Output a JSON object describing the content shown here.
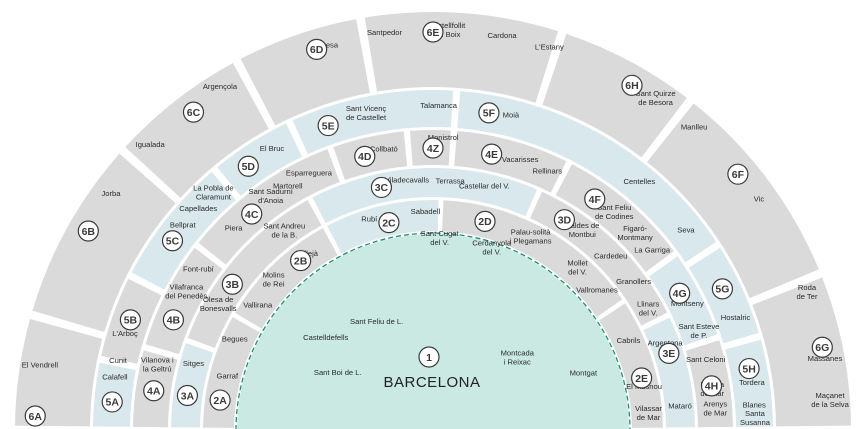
{
  "colors": {
    "grey": "#dadada",
    "blue": "#d9e8ed",
    "teal": "#c9e9e2",
    "dash": "#1f8f72",
    "badge_stroke": "#3a3a3a"
  },
  "center": {
    "badge": "1",
    "title": "BARCELONA",
    "towns": [
      "Sant Feliu de L.",
      "Sant Boi de L.",
      "Castelldefells",
      "Montcada\ni Reixac",
      "Montgat",
      "Cerdanyola\ndel V.",
      "Sant Cugat\ndel V."
    ]
  },
  "zones": [
    {
      "badge": "2A",
      "towns": [
        "Garraf",
        "Begues"
      ]
    },
    {
      "badge": "2B",
      "towns": [
        "Molins\nde Rei",
        "Vallirana",
        "Pallejà"
      ]
    },
    {
      "badge": "2C",
      "towns": [
        "Rubí",
        "Sabadell"
      ]
    },
    {
      "badge": "2D",
      "towns": [
        "Palau-solità\ni Plegamans",
        "Mollet\ndel V.",
        "Vallromanes"
      ]
    },
    {
      "badge": "2E",
      "towns": [
        "Cabrils",
        "El Masnou",
        "Vilassar\nde Mar"
      ]
    },
    {
      "badge": "3A",
      "towns": [
        "Sitges"
      ]
    },
    {
      "badge": "3B",
      "towns": [
        "Olesa de\nBonesvalls",
        "Sant Andreu\nde la B."
      ]
    },
    {
      "badge": "3C",
      "towns": [
        "Viladecavalls",
        "Castellar del V.",
        "Terrassa"
      ]
    },
    {
      "badge": "3D",
      "towns": [
        "Caldes de\nMontbui",
        "Cardedeu",
        "Granollers",
        "Llinars\ndel V."
      ]
    },
    {
      "badge": "3E",
      "towns": [
        "Argentona",
        "Mataró"
      ]
    },
    {
      "badge": "4A",
      "towns": [
        "Vilanova i\nla Geltrú"
      ]
    },
    {
      "badge": "4B",
      "towns": [
        "Vilafranca\ndel Penedès",
        "Font-rubí"
      ]
    },
    {
      "badge": "4C",
      "towns": [
        "Piera",
        "Sant Sadurní\nd'Anoia",
        "Martorell",
        "Esparreguera"
      ]
    },
    {
      "badge": "4D",
      "towns": [
        "Collbató"
      ]
    },
    {
      "badge": "4Z",
      "towns": [
        "Monistrol"
      ]
    },
    {
      "badge": "4E",
      "towns": [
        "Vacarisses",
        "Rellinars"
      ]
    },
    {
      "badge": "4F",
      "towns": [
        "Sant Feliu\nde Codines",
        "Figaró-\nMontmany",
        "La Garriga"
      ]
    },
    {
      "badge": "4G",
      "towns": [
        "Montseny",
        "Sant Esteve\nde P.",
        "Sant Celoni"
      ]
    },
    {
      "badge": "4H",
      "towns": [
        "Pineda\nde Mar",
        "Arenys\nde Mar"
      ]
    },
    {
      "badge": "5A",
      "towns": [
        "Calafell",
        "Cunit"
      ]
    },
    {
      "badge": "5B",
      "towns": [
        "L'Arboç"
      ]
    },
    {
      "badge": "5C",
      "towns": [
        "Bellprat",
        "Capellades",
        "La Pobla de\nClaramunt"
      ]
    },
    {
      "badge": "5D",
      "towns": [
        "El Bruc"
      ]
    },
    {
      "badge": "5E",
      "towns": [
        "Sant Vicenç\nde Castellet",
        "Talamanca"
      ]
    },
    {
      "badge": "5F",
      "towns": [
        "Moià",
        "Centelles",
        "Seva"
      ]
    },
    {
      "badge": "5G",
      "towns": [
        "Hostalric"
      ]
    },
    {
      "badge": "5H",
      "towns": [
        "Tordera",
        "Blanes",
        "Santa\nSusanna"
      ]
    },
    {
      "badge": "6A",
      "towns": [
        "El Vendrell"
      ]
    },
    {
      "badge": "6B",
      "towns": [
        "Jorba"
      ]
    },
    {
      "badge": "6C",
      "towns": [
        "Igualada",
        "Argençola"
      ]
    },
    {
      "badge": "6D",
      "towns": [
        "Manresa",
        "Santpedor"
      ]
    },
    {
      "badge": "6E",
      "towns": [
        "Castellfollit\ndel Boix",
        "Cardona",
        "L'Estany"
      ]
    },
    {
      "badge": "6H",
      "towns": [
        "Sant Quirze\nde Besora",
        "Manlleu"
      ]
    },
    {
      "badge": "6F",
      "towns": [
        "Vic"
      ]
    },
    {
      "badge": "6G",
      "towns": [
        "Roda\nde Ter",
        "Massanes",
        "Maçanet\nde la Selva"
      ]
    }
  ]
}
